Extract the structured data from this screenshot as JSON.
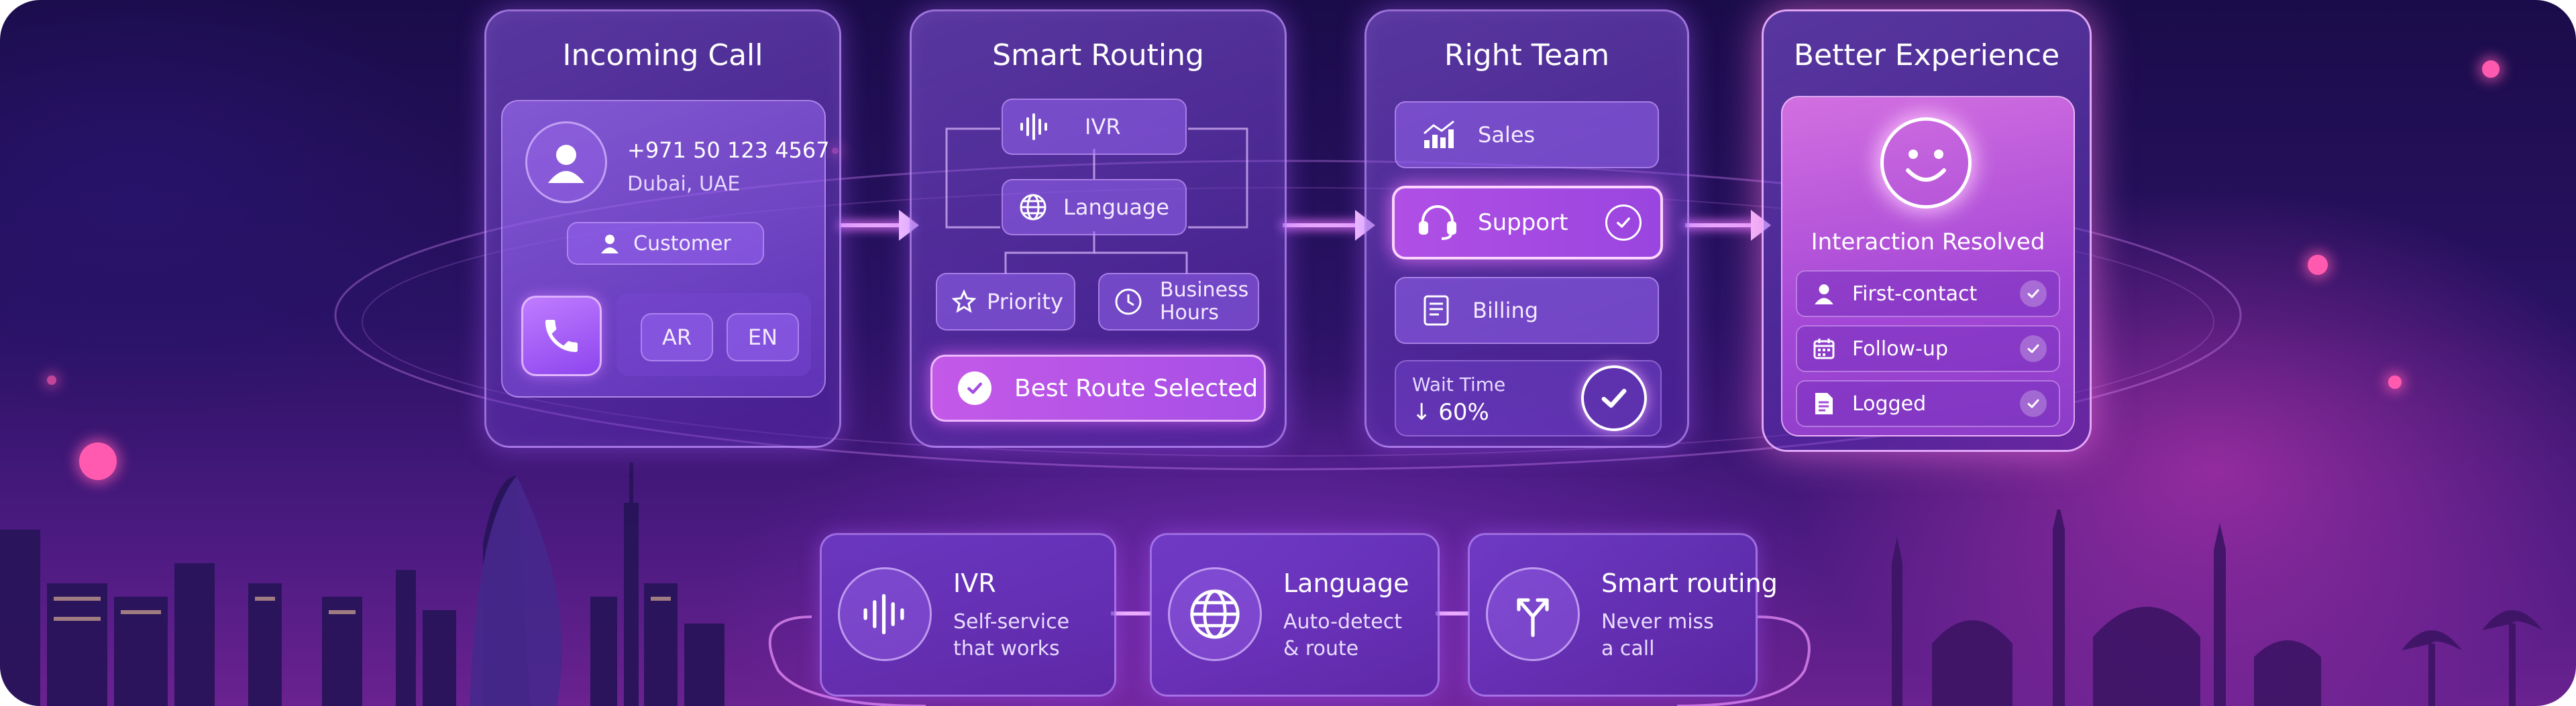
{
  "colors": {
    "accent": "#b06cff",
    "glow": "#e9a6ff",
    "highlight": "#f06bd0"
  },
  "steps": {
    "incoming_call": {
      "title": "Incoming Call",
      "phone": "+971 50 123 4567",
      "location": "Dubai, UAE",
      "customer_label": "Customer",
      "lang_ar": "AR",
      "lang_en": "EN",
      "icons": [
        "user-avatar-icon",
        "user-icon",
        "phone-icon"
      ]
    },
    "smart_routing": {
      "title": "Smart Routing",
      "ivr": "IVR",
      "language": "Language",
      "priority": "Priority",
      "business_hours_1": "Business",
      "business_hours_2": "Hours",
      "best_route": "Best Route Selected",
      "icons": [
        "waveform-icon",
        "globe-icon",
        "star-icon",
        "clock-icon",
        "check-circle-icon"
      ]
    },
    "right_team": {
      "title": "Right Team",
      "sales": "Sales",
      "support": "Support",
      "billing": "Billing",
      "wait_label": "Wait Time",
      "wait_value": "↓ 60%",
      "icons": [
        "chart-icon",
        "headset-icon",
        "document-icon",
        "check-circle-icon"
      ]
    },
    "better_experience": {
      "title": "Better Experience",
      "resolved": "Interaction Resolved",
      "items": [
        {
          "label": "First-contact",
          "icon": "user-icon"
        },
        {
          "label": "Follow-up",
          "icon": "calendar-icon"
        },
        {
          "label": "Logged",
          "icon": "document-icon"
        }
      ]
    }
  },
  "features": [
    {
      "title": "IVR",
      "line1": "Self-service",
      "line2": "that works",
      "icon": "waveform-icon"
    },
    {
      "title": "Language",
      "line1": "Auto-detect",
      "line2": "& route",
      "icon": "globe-icon"
    },
    {
      "title": "Smart routing",
      "line1": "Never miss",
      "line2": "a call",
      "icon": "split-arrow-icon"
    }
  ]
}
